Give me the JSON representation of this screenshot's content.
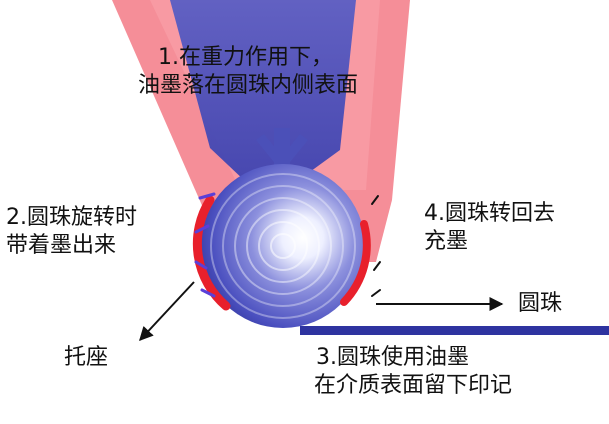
{
  "step1": {
    "line1": "1.在重力作用下，",
    "line2": "油墨落在圆珠内侧表面"
  },
  "step2": {
    "line1": "2.圆珠旋转时",
    "line2": "带着墨出来"
  },
  "step3": {
    "line1": "3.圆珠使用油墨",
    "line2": "在介质表面留下印记"
  },
  "step4": {
    "line1": "4.圆珠转回去",
    "line2": "充墨"
  },
  "ball_label": "圆珠",
  "holder_label": "托座",
  "colors": {
    "ink_blue": "#3a3fa8",
    "holder_red": "#f26b78",
    "ink_edge_red": "#e8202c",
    "arrow_black": "#111111",
    "paper_line": "#2e33a0"
  }
}
